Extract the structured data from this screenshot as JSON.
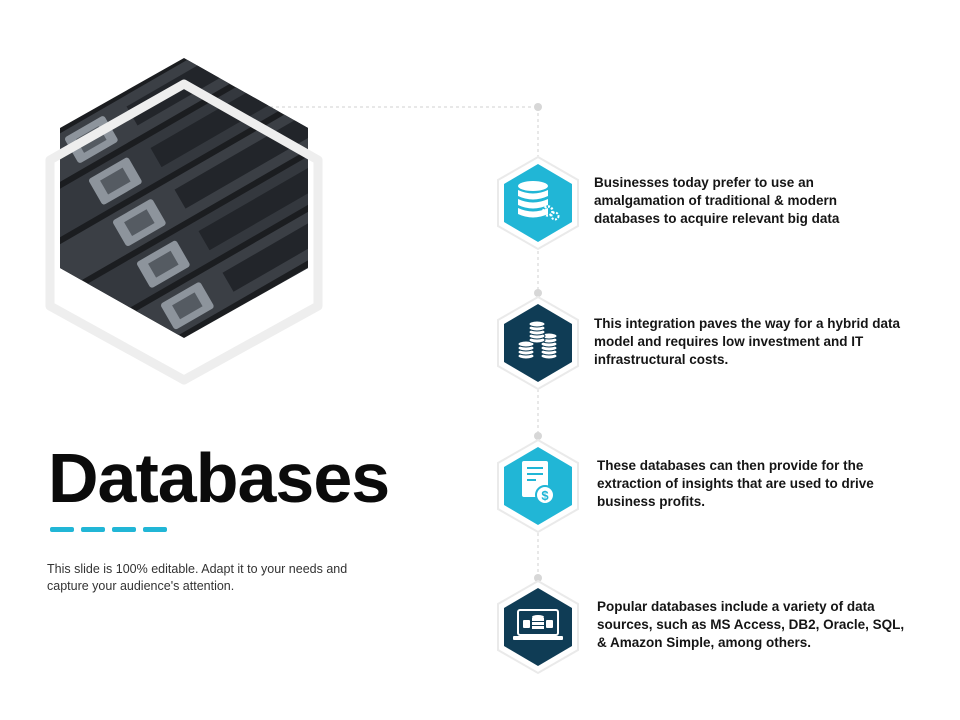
{
  "slide": {
    "title": "Databases",
    "subtitle": "This slide is 100% editable. Adapt it to your needs and capture your audience's attention."
  },
  "items": [
    {
      "icon": "database-gear-icon",
      "text": "Businesses today prefer to use an amalgamation of traditional & modern databases to acquire relevant big data"
    },
    {
      "icon": "coin-stacks-icon",
      "text": "This integration paves the way for a hybrid data model and requires low investment and IT infrastructural costs."
    },
    {
      "icon": "dollar-document-icon",
      "text": "These databases can then provide for the extraction of insights that are used to drive business profits."
    },
    {
      "icon": "laptop-database-icon",
      "text": "Popular databases include a variety of data sources, such as MS Access, DB2, Oracle, SQL, & Amazon Simple, among others."
    }
  ],
  "colors": {
    "accent_cyan": "#21b6d6",
    "dark_navy": "#0f3c55",
    "hex_outline": "#eeeeee",
    "connector": "#cfcfcf"
  }
}
